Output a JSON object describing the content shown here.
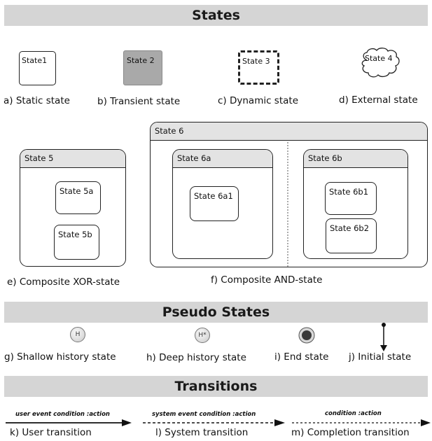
{
  "sections": {
    "states": "States",
    "pseudo": "Pseudo States",
    "transitions": "Transitions"
  },
  "states": {
    "s1": {
      "box": "State1",
      "caption": "a) Static state"
    },
    "s2": {
      "box": "State 2",
      "caption": "b) Transient state"
    },
    "s3": {
      "box": "State 3",
      "caption": "c) Dynamic state"
    },
    "s4": {
      "box": "State 4",
      "caption": "d) External state"
    }
  },
  "composite_xor": {
    "title": "State 5",
    "a": "State 5a",
    "b": "State 5b",
    "caption": "e) Composite XOR-state"
  },
  "composite_and": {
    "title": "State 6",
    "left_title": "State 6a",
    "left_child": "State 6a1",
    "right_title": "State 6b",
    "right_child1": "State 6b1",
    "right_child2": "State 6b2",
    "caption": "f) Composite AND-state"
  },
  "pseudo_states": {
    "shallow": {
      "symbol": "H",
      "caption": "g) Shallow history state"
    },
    "deep": {
      "symbol": "H*",
      "caption": "h) Deep history state"
    },
    "end": {
      "caption": "i) End state"
    },
    "initial": {
      "caption": "j) Initial state"
    }
  },
  "transitions": {
    "user": {
      "label": "user event condition :action",
      "caption": "k) User transition"
    },
    "system": {
      "label": "system event condition :action",
      "caption": "l) System transition"
    },
    "completion": {
      "label": "condition :action",
      "caption": "m) Completion transition"
    }
  }
}
